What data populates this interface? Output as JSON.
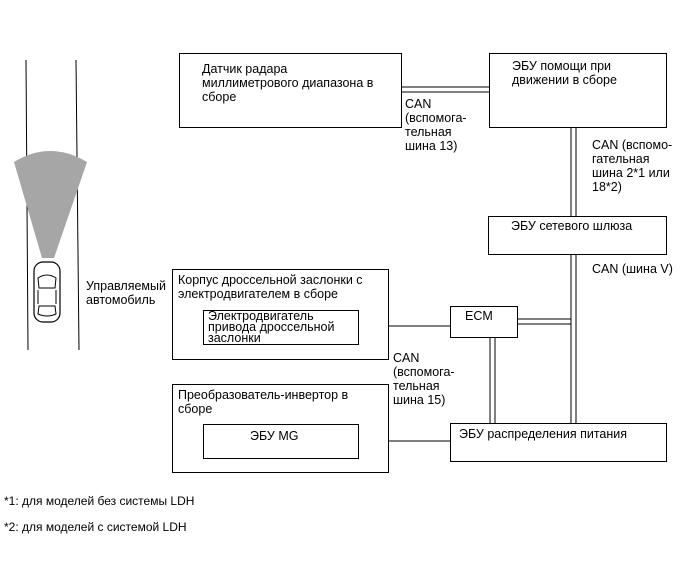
{
  "vehicle": {
    "label": "Управляемый\nавтомобиль"
  },
  "boxes": {
    "radar": "Датчик радара\nмиллиметрового диапазона в\nсборе",
    "drive_assist": "ЭБУ помощи при\nдвижении в сборе",
    "gateway": "ЭБУ сетевого шлюза",
    "throttle_body": "Корпус дроссельной заслонки с\nэлектродвигателем в сборе",
    "throttle_motor": "Электродвигатель\nпривода дроссельной\nзаслонки",
    "ecm": "ECM",
    "inverter": "Преобразователь-инвертор в\nсборе",
    "mg_ecu": "ЭБУ MG",
    "power_dist": "ЭБУ распределения питания"
  },
  "bus_labels": {
    "can13": "CAN\n(вспомога-\nтельная\nшина 13)",
    "can2_18": "CAN (вспомо-\nгательная\nшина 2*1 или\n18*2)",
    "canv": "CAN (шина V)",
    "can15": "CAN\n(вспомога-\nтельная\nшина 15)"
  },
  "footnotes": {
    "note1": "*1: для моделей без системы LDH",
    "note2": "*2: для моделей с системой LDH"
  }
}
